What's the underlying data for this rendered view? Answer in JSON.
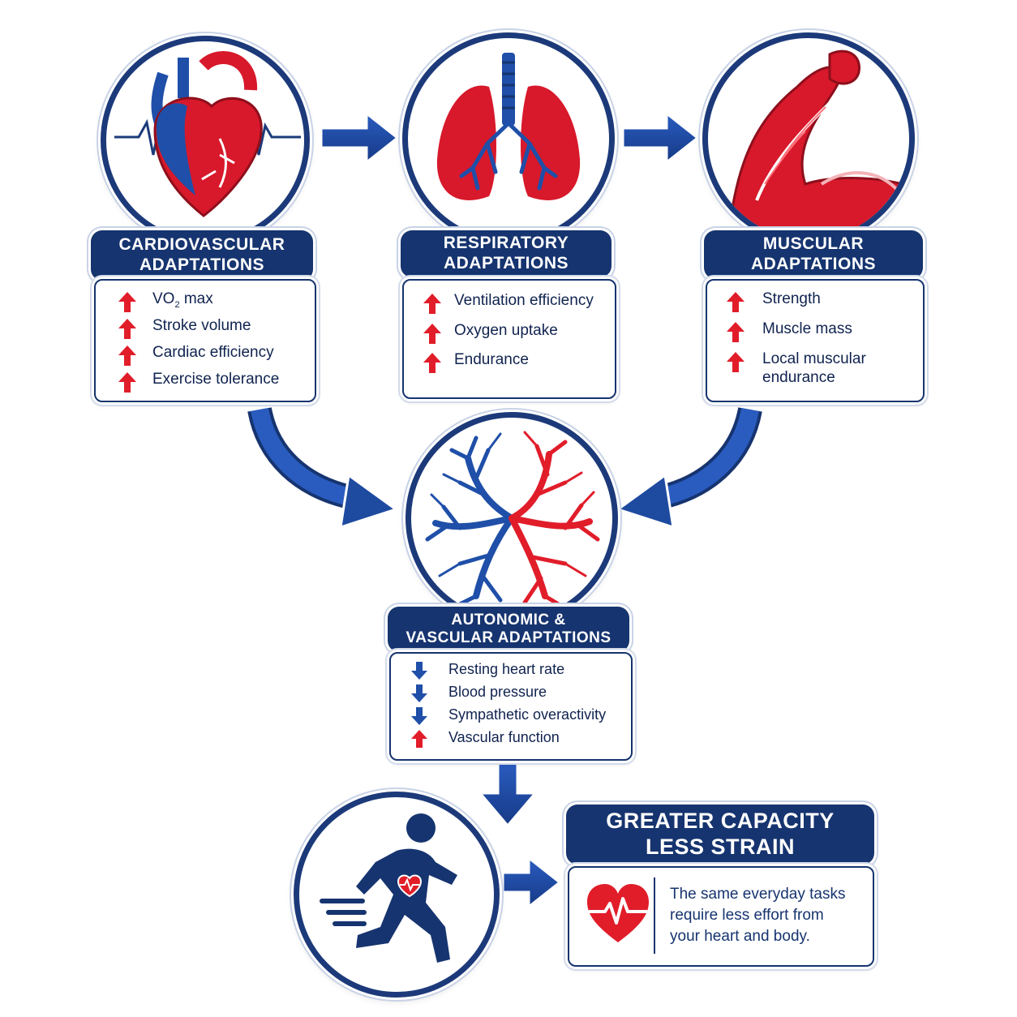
{
  "colors": {
    "navy": "#16346f",
    "blue": "#1f4fa8",
    "red": "#e11d2a",
    "text": "#10234f"
  },
  "cardio": {
    "title_line1": "CARDIOVASCULAR",
    "title_line2": "ADAPTATIONS",
    "items": [
      {
        "dir": "up",
        "label_main": "VO",
        "label_sub": "2",
        "label_rest": " max"
      },
      {
        "dir": "up",
        "label": "Stroke volume"
      },
      {
        "dir": "up",
        "label": "Cardiac efficiency"
      },
      {
        "dir": "up",
        "label": "Exercise tolerance"
      }
    ],
    "icon": "heart-icon"
  },
  "resp": {
    "title_line1": "RESPIRATORY",
    "title_line2": "ADAPTATIONS",
    "items": [
      {
        "dir": "up",
        "label": "Ventilation efficiency"
      },
      {
        "dir": "up",
        "label": "Oxygen uptake"
      },
      {
        "dir": "up",
        "label": "Endurance"
      }
    ],
    "icon": "lungs-icon"
  },
  "musc": {
    "title_line1": "MUSCULAR",
    "title_line2": "ADAPTATIONS",
    "items": [
      {
        "dir": "up",
        "label": "Strength"
      },
      {
        "dir": "up",
        "label": "Muscle mass"
      },
      {
        "dir": "up",
        "label": "Local muscular endurance"
      }
    ],
    "icon": "flexed-arm-icon"
  },
  "auto": {
    "title_line1": "AUTONOMIC &",
    "title_line2": "VASCULAR ADAPTATIONS",
    "items": [
      {
        "dir": "down",
        "label": "Resting heart rate"
      },
      {
        "dir": "down",
        "label": "Blood pressure"
      },
      {
        "dir": "down",
        "label": "Sympathetic overactivity"
      },
      {
        "dir": "up",
        "label": "Vascular function"
      }
    ],
    "icon": "blood-vessels-icon"
  },
  "result": {
    "title_line1": "GREATER CAPACITY",
    "title_line2": "LESS STRAIN",
    "text_line1": "The same everyday tasks",
    "text_line2": "require less effort from",
    "text_line3": "your heart and body.",
    "icon": "heart-pulse-icon"
  },
  "runner": {
    "icon": "running-person-icon"
  }
}
